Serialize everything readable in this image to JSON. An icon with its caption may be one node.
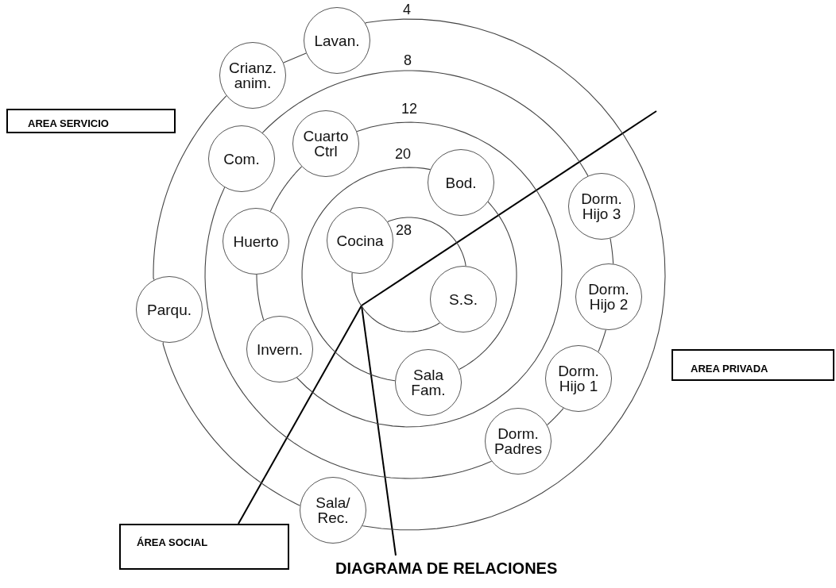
{
  "diagram": {
    "title": "DIAGRAMA DE RELACIONES",
    "nodes": [
      {
        "text": [
          "Lavan."
        ]
      },
      {
        "text": [
          "Crianz. anim."
        ]
      },
      {
        "text": [
          "AREA SERVICIO"
        ]
      },
      {
        "text": [
          "Com."
        ]
      },
      {
        "text": [
          "Cuarto Ctrl"
        ]
      },
      {
        "text": [
          "Bod."
        ]
      },
      {
        "text": [
          "Dorm. Hijo 3"
        ]
      },
      {
        "text": [
          "Huerto"
        ]
      },
      {
        "text": [
          "Cocina"
        ]
      },
      {
        "text": [
          "Dorm. Hijo 2"
        ]
      },
      {
        "text": [
          "Parqu."
        ]
      },
      {
        "text": [
          "S.S."
        ]
      },
      {
        "text": [
          "Invern."
        ]
      },
      {
        "text": [
          "AREA PRIVADA"
        ]
      },
      {
        "text": [
          "Sala Fam."
        ]
      },
      {
        "text": [
          "Dorm. Hijo 1"
        ]
      },
      {
        "text": [
          "Dorm. Padres"
        ]
      },
      {
        "text": [
          "Sala/ Rec."
        ]
      },
      {
        "text": [
          "ÁREA SOCIAL"
        ]
      }
    ],
    "edges": [
      {
        "from": 0,
        "to": 1,
        "arrow": "none"
      },
      {
        "from": 1,
        "to": 10,
        "arrow": "none"
      },
      {
        "from": 10,
        "to": 17,
        "arrow": "none"
      },
      {
        "from": 17,
        "to": 0,
        "arrow": "none"
      },
      {
        "from": 3,
        "to": 6,
        "arrow": "none"
      },
      {
        "from": 6,
        "to": 9,
        "arrow": "none"
      },
      {
        "from": 9,
        "to": 15,
        "arrow": "none"
      },
      {
        "from": 15,
        "to": 16,
        "arrow": "none"
      },
      {
        "from": 16,
        "to": 3,
        "arrow": "none"
      },
      {
        "from": 4,
        "to": 12,
        "arrow": "none"
      },
      {
        "from": 12,
        "to": 7,
        "arrow": "none"
      },
      {
        "from": 7,
        "to": 4,
        "arrow": "none"
      },
      {
        "from": 5,
        "to": 14,
        "arrow": "none"
      },
      {
        "from": 14,
        "to": 5,
        "arrow": "none"
      },
      {
        "from": 8,
        "to": 11,
        "arrow": "none"
      },
      {
        "from": 11,
        "to": 8,
        "arrow": "none"
      }
    ],
    "labels": [
      "4",
      "8",
      "12",
      "20",
      "28"
    ]
  }
}
